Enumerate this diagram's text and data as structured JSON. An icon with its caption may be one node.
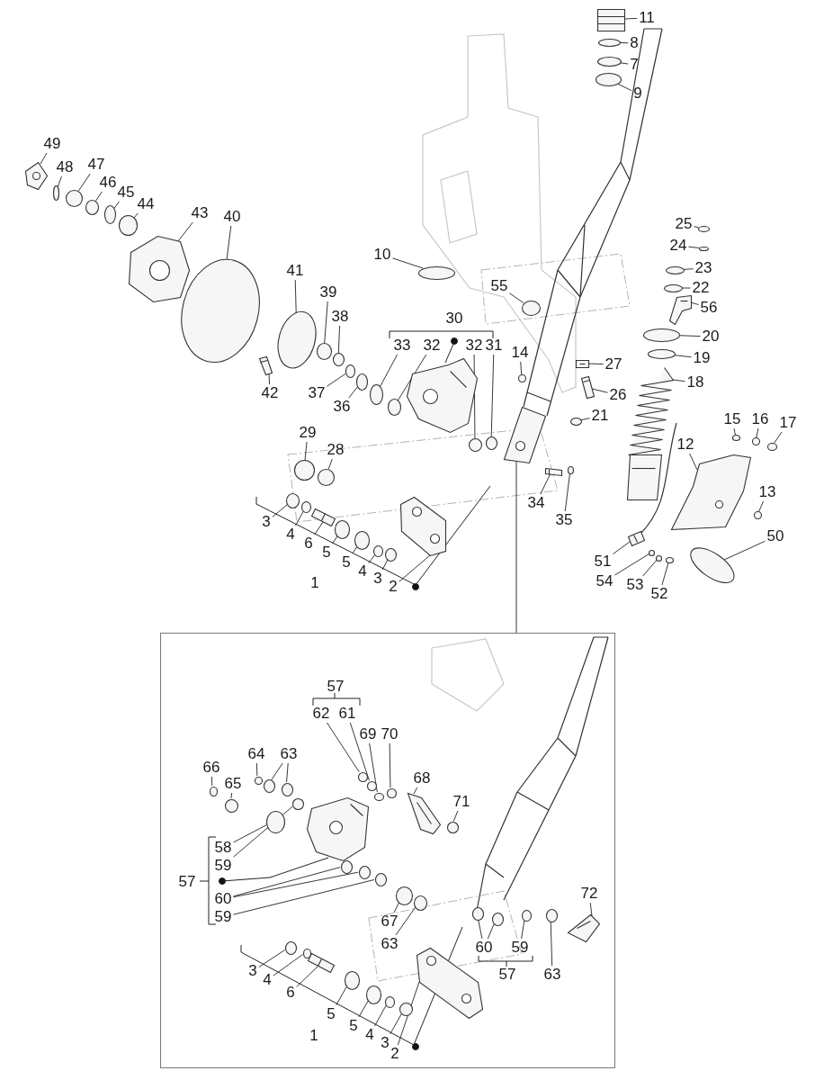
{
  "diagram": {
    "nodes": [
      {
        "text": [],
        "shape": "box"
      },
      {
        "text": [
          "11"
        ]
      },
      {
        "text": [
          "8"
        ]
      },
      {
        "text": [
          "7"
        ]
      },
      {
        "text": [
          "9"
        ]
      },
      {
        "text": [
          "49"
        ]
      },
      {
        "text": [
          "48"
        ]
      },
      {
        "text": [
          "47"
        ]
      },
      {
        "text": [
          "46"
        ]
      },
      {
        "text": [
          "45"
        ]
      },
      {
        "text": [
          "44"
        ]
      },
      {
        "text": [
          "43"
        ]
      },
      {
        "text": [
          "40"
        ]
      },
      {
        "text": [
          "10"
        ]
      },
      {
        "text": [
          "25"
        ]
      },
      {
        "text": [
          "24"
        ]
      },
      {
        "text": [
          "23"
        ]
      },
      {
        "text": [
          "22"
        ]
      },
      {
        "text": [
          "56"
        ]
      },
      {
        "text": [
          "55"
        ]
      },
      {
        "text": [
          "41"
        ]
      },
      {
        "text": [
          "39"
        ]
      },
      {
        "text": [
          "38"
        ]
      },
      {
        "text": [
          "30"
        ]
      },
      {
        "text": [
          "33"
        ]
      },
      {
        "text": [
          "32"
        ]
      },
      {
        "text": [
          "32"
        ]
      },
      {
        "text": [
          "31"
        ]
      },
      {
        "text": [
          "14"
        ]
      },
      {
        "text": [
          "20"
        ]
      },
      {
        "text": [
          "19"
        ]
      },
      {
        "text": [
          "27"
        ]
      },
      {
        "text": [
          "18"
        ]
      },
      {
        "text": [
          "42"
        ]
      },
      {
        "text": [
          "37"
        ]
      },
      {
        "text": [
          "36"
        ]
      },
      {
        "text": [
          "26"
        ]
      },
      {
        "text": [
          "21"
        ]
      },
      {
        "text": [
          "15"
        ]
      },
      {
        "text": [
          "16"
        ]
      },
      {
        "text": [
          "17"
        ]
      },
      {
        "text": [
          "29"
        ]
      },
      {
        "text": [
          "28"
        ]
      },
      {
        "text": [
          "12"
        ]
      },
      {
        "text": [
          "34"
        ]
      },
      {
        "text": [
          "13"
        ]
      },
      {
        "text": [
          "35"
        ]
      },
      {
        "text": [
          "50"
        ]
      },
      {
        "text": [
          "3"
        ]
      },
      {
        "text": [
          "4"
        ]
      },
      {
        "text": [
          "6"
        ]
      },
      {
        "text": [
          "5"
        ]
      },
      {
        "text": [
          "4"
        ]
      },
      {
        "text": [
          "3"
        ]
      },
      {
        "text": [
          "2"
        ]
      },
      {
        "text": [
          "1"
        ]
      },
      {
        "text": [
          "51"
        ]
      },
      {
        "text": [
          "54"
        ]
      },
      {
        "text": [
          "53"
        ]
      },
      {
        "text": [
          "52"
        ]
      },
      {
        "text": [
          "57"
        ],
        "in": 0
      },
      {
        "text": [
          "62"
        ],
        "in": 0
      },
      {
        "text": [
          "61"
        ],
        "in": 0
      },
      {
        "text": [
          "69"
        ],
        "in": 0
      },
      {
        "text": [
          "70"
        ],
        "in": 0
      },
      {
        "text": [
          "64"
        ],
        "in": 0
      },
      {
        "text": [
          "63"
        ],
        "in": 0
      },
      {
        "text": [
          "66"
        ],
        "in": 0
      },
      {
        "text": [
          "65"
        ],
        "in": 0
      },
      {
        "text": [
          "68"
        ],
        "in": 0
      },
      {
        "text": [
          "71"
        ],
        "in": 0
      },
      {
        "text": [
          "58"
        ],
        "in": 0
      },
      {
        "text": [
          "59"
        ],
        "in": 0
      },
      {
        "text": [
          "57"
        ],
        "in": 0
      },
      {
        "text": [
          "60"
        ],
        "in": 0
      },
      {
        "text": [
          "72"
        ],
        "in": 0
      },
      {
        "text": [
          "59"
        ],
        "in": 0
      },
      {
        "text": [
          "67"
        ],
        "in": 0
      },
      {
        "text": [
          "63"
        ],
        "in": 0
      },
      {
        "text": [
          "60"
        ],
        "in": 0
      },
      {
        "text": [
          "59"
        ],
        "in": 0
      },
      {
        "text": [
          "3"
        ],
        "in": 0
      },
      {
        "text": [
          "4"
        ],
        "in": 0
      },
      {
        "text": [
          "6"
        ],
        "in": 0
      },
      {
        "text": [
          "5"
        ],
        "in": 0
      },
      {
        "text": [
          "57"
        ],
        "in": 0
      },
      {
        "text": [
          "63"
        ],
        "in": 0
      },
      {
        "text": [
          "5"
        ],
        "in": 0
      },
      {
        "text": [
          "1"
        ],
        "in": 0
      },
      {
        "text": [
          "4"
        ],
        "in": 0
      },
      {
        "text": [
          "3"
        ],
        "in": 0
      },
      {
        "text": [
          "2"
        ],
        "in": 0
      },
      {
        "text": [
          "5"
        ]
      },
      {
        "text": [],
        "shape": "picture"
      },
      {
        "text": [],
        "shape": "picture"
      },
      {
        "text": [],
        "shape": "circle"
      },
      {
        "text": [],
        "shape": "circle"
      },
      {
        "text": [],
        "shape": "circle"
      },
      {
        "text": [],
        "shape": "picture"
      },
      {
        "text": [],
        "shape": "circle"
      },
      {
        "text": [],
        "shape": "circle"
      },
      {
        "text": [],
        "shape": "circle"
      },
      {
        "text": [],
        "shape": "circle"
      },
      {
        "text": [],
        "shape": "circle"
      },
      {
        "text": [],
        "shape": "picture"
      },
      {
        "text": [],
        "shape": "circle"
      },
      {
        "text": [],
        "shape": "circle"
      },
      {
        "text": [],
        "shape": "circle"
      },
      {
        "text": [],
        "shape": "circle"
      },
      {
        "text": [],
        "shape": "circle"
      },
      {
        "text": [],
        "shape": "circle"
      },
      {
        "text": [],
        "shape": "picture"
      },
      {
        "text": [],
        "shape": "circle"
      },
      {
        "text": [],
        "shape": "circle"
      },
      {
        "text": [],
        "shape": "circle"
      },
      {
        "text": [],
        "shape": "circle"
      },
      {
        "text": [],
        "shape": "circle"
      },
      {
        "text": [],
        "shape": "circle"
      },
      {
        "text": [],
        "shape": "circle"
      },
      {
        "text": [],
        "shape": "circle"
      },
      {
        "text": [],
        "shape": "circle"
      },
      {
        "text": [],
        "shape": "circle"
      },
      {
        "text": [],
        "shape": "circle"
      },
      {
        "text": [],
        "shape": "picture"
      },
      {
        "text": [],
        "shape": "picture"
      },
      {
        "text": [],
        "shape": "picture"
      },
      {
        "text": [],
        "shape": "circle"
      },
      {
        "text": [],
        "shape": "circle"
      },
      {
        "text": [],
        "shape": "picture"
      },
      {
        "text": [],
        "shape": "circle"
      },
      {
        "text": [],
        "shape": "circle"
      },
      {
        "text": [],
        "shape": "circle"
      },
      {
        "text": [],
        "shape": "circle"
      },
      {
        "text": [],
        "shape": "circle"
      },
      {
        "text": [],
        "shape": "circle"
      },
      {
        "text": [],
        "shape": "picture"
      },
      {
        "text": [],
        "shape": "picture"
      },
      {
        "text": [],
        "shape": "circle"
      },
      {
        "text": [],
        "shape": "circle"
      },
      {
        "text": [],
        "shape": "circle"
      },
      {
        "text": [],
        "shape": "circle"
      },
      {
        "text": [],
        "shape": "circle"
      },
      {
        "text": [],
        "shape": "picture"
      },
      {
        "text": [],
        "shape": "circle"
      },
      {
        "text": [],
        "shape": "circle"
      },
      {
        "text": [],
        "shape": "circle"
      },
      {
        "text": [],
        "shape": "circle"
      },
      {
        "text": [],
        "shape": "picture"
      },
      {
        "text": [],
        "shape": "picture"
      },
      {
        "text": [],
        "shape": "circle"
      },
      {
        "text": [],
        "shape": "circle"
      },
      {
        "text": [],
        "shape": "circle"
      },
      {
        "text": [],
        "shape": "circle",
        "in": 0
      },
      {
        "text": [],
        "shape": "circle",
        "in": 0
      },
      {
        "text": [],
        "shape": "circle",
        "in": 0
      },
      {
        "text": [],
        "shape": "circle",
        "in": 0
      },
      {
        "text": [],
        "shape": "circle",
        "in": 0
      },
      {
        "text": [],
        "shape": "circle",
        "in": 0
      },
      {
        "text": [],
        "shape": "circle",
        "in": 0
      },
      {
        "text": [],
        "shape": "circle",
        "in": 0
      },
      {
        "text": [],
        "shape": "circle",
        "in": 0
      },
      {
        "text": [],
        "shape": "picture",
        "in": 0
      },
      {
        "text": [],
        "shape": "circle",
        "in": 0
      },
      {
        "text": [],
        "shape": "circle",
        "in": 0
      },
      {
        "text": [],
        "shape": "circle",
        "in": 0
      },
      {
        "text": [],
        "shape": "circle",
        "in": 0
      },
      {
        "text": [],
        "shape": "circle",
        "in": 0
      },
      {
        "text": [],
        "shape": "picture",
        "in": 0
      },
      {
        "text": [],
        "shape": "circle",
        "in": 0
      },
      {
        "text": [],
        "shape": "circle",
        "in": 0
      },
      {
        "text": [],
        "shape": "circle",
        "in": 0
      },
      {
        "text": [],
        "shape": "circle",
        "in": 0
      },
      {
        "text": [],
        "shape": "circle",
        "in": 0
      },
      {
        "text": [],
        "shape": "circle",
        "in": 0
      },
      {
        "text": [],
        "shape": "circle",
        "in": 0
      },
      {
        "text": [],
        "shape": "circle",
        "in": 0
      },
      {
        "text": [],
        "shape": "picture",
        "in": 0
      },
      {
        "text": [],
        "shape": "circle",
        "in": 0
      },
      {
        "text": [],
        "shape": "circle",
        "in": 0
      },
      {
        "text": [],
        "shape": "circle",
        "in": 0
      },
      {
        "text": [],
        "shape": "circle",
        "in": 0
      },
      {
        "text": [],
        "shape": "circle",
        "in": 0
      },
      {
        "text": [],
        "shape": "picture",
        "in": 0
      },
      {
        "text": [],
        "shape": "picture"
      },
      {
        "text": [],
        "shape": "picture",
        "in": 0
      }
    ],
    "edges": [
      {
        "from": 0,
        "to": 93,
        "arrow": "none"
      },
      {
        "from": 1,
        "to": 94,
        "arrow": "none"
      },
      {
        "from": 2,
        "to": 95,
        "arrow": "none"
      },
      {
        "from": 3,
        "to": 96,
        "arrow": "none"
      },
      {
        "from": 4,
        "to": 97,
        "arrow": "none"
      },
      {
        "from": 5,
        "to": 98,
        "arrow": "none"
      },
      {
        "from": 6,
        "to": 99,
        "arrow": "none"
      },
      {
        "from": 7,
        "to": 100,
        "arrow": "none"
      },
      {
        "from": 8,
        "to": 101,
        "arrow": "none"
      },
      {
        "from": 9,
        "to": 102,
        "arrow": "none"
      },
      {
        "from": 10,
        "to": 103,
        "arrow": "none"
      },
      {
        "from": 11,
        "to": 104,
        "arrow": "none"
      },
      {
        "from": 12,
        "to": 105,
        "arrow": "none"
      },
      {
        "from": 13,
        "to": 106,
        "arrow": "none"
      },
      {
        "from": 14,
        "to": 107,
        "arrow": "none"
      },
      {
        "from": 15,
        "to": 108,
        "arrow": "none"
      },
      {
        "from": 16,
        "to": 109,
        "arrow": "none"
      },
      {
        "from": 17,
        "to": 110,
        "arrow": "none"
      },
      {
        "from": 18,
        "to": 111,
        "arrow": "none"
      },
      {
        "from": 19,
        "to": 112,
        "arrow": "none"
      },
      {
        "from": 20,
        "to": 113,
        "arrow": "none"
      },
      {
        "from": 21,
        "to": 114,
        "arrow": "none"
      },
      {
        "from": 22,
        "to": 115,
        "arrow": "none"
      },
      {
        "from": 24,
        "to": 116,
        "arrow": "none"
      },
      {
        "from": 25,
        "to": 117,
        "arrow": "none"
      },
      {
        "from": 26,
        "to": 118,
        "arrow": "none"
      },
      {
        "from": 27,
        "to": 119,
        "arrow": "none"
      },
      {
        "from": 28,
        "to": 120,
        "arrow": "none"
      },
      {
        "from": 29,
        "to": 121,
        "arrow": "none"
      },
      {
        "from": 30,
        "to": 122,
        "arrow": "none"
      },
      {
        "from": 31,
        "to": 123,
        "arrow": "none"
      },
      {
        "from": 32,
        "to": 124,
        "arrow": "none"
      },
      {
        "from": 33,
        "to": 125,
        "arrow": "none"
      },
      {
        "from": 34,
        "to": 126,
        "arrow": "none"
      },
      {
        "from": 35,
        "to": 127,
        "arrow": "none"
      },
      {
        "from": 36,
        "to": 128,
        "arrow": "none"
      },
      {
        "from": 37,
        "to": 129,
        "arrow": "none"
      },
      {
        "from": 38,
        "to": 130,
        "arrow": "none"
      },
      {
        "from": 39,
        "to": 131,
        "arrow": "none"
      },
      {
        "from": 40,
        "to": 132,
        "arrow": "none"
      },
      {
        "from": 41,
        "to": 133,
        "arrow": "none"
      },
      {
        "from": 42,
        "to": 134,
        "arrow": "none"
      },
      {
        "from": 43,
        "to": 135,
        "arrow": "none"
      },
      {
        "from": 44,
        "to": 136,
        "arrow": "none"
      },
      {
        "from": 45,
        "to": 137,
        "arrow": "none"
      },
      {
        "from": 46,
        "to": 138,
        "arrow": "none"
      },
      {
        "from": 47,
        "to": 139,
        "arrow": "none"
      },
      {
        "from": 48,
        "to": 140,
        "arrow": "none"
      },
      {
        "from": 49,
        "to": 141,
        "arrow": "none"
      },
      {
        "from": 50,
        "to": 142,
        "arrow": "none"
      },
      {
        "from": 92,
        "to": 143,
        "arrow": "none"
      },
      {
        "from": 51,
        "to": 144,
        "arrow": "none"
      },
      {
        "from": 52,
        "to": 145,
        "arrow": "none"
      },
      {
        "from": 53,
        "to": 146,
        "arrow": "none"
      },
      {
        "from": 54,
        "to": 147,
        "arrow": "none"
      },
      {
        "from": 56,
        "to": 148,
        "arrow": "none"
      },
      {
        "from": 57,
        "to": 149,
        "arrow": "none"
      },
      {
        "from": 58,
        "to": 150,
        "arrow": "none"
      },
      {
        "from": 59,
        "to": 151,
        "arrow": "none"
      },
      {
        "from": 61,
        "to": 152,
        "arrow": "none"
      },
      {
        "from": 62,
        "to": 153,
        "arrow": "none"
      },
      {
        "from": 63,
        "to": 154,
        "arrow": "none"
      },
      {
        "from": 64,
        "to": 155,
        "arrow": "none"
      },
      {
        "from": 65,
        "to": 156,
        "arrow": "none"
      },
      {
        "from": 66,
        "to": 157,
        "arrow": "none"
      },
      {
        "from": 66,
        "to": 158,
        "arrow": "none"
      },
      {
        "from": 67,
        "to": 159,
        "arrow": "none"
      },
      {
        "from": 68,
        "to": 160,
        "arrow": "none"
      },
      {
        "from": 69,
        "to": 161,
        "arrow": "none"
      },
      {
        "from": 70,
        "to": 162,
        "arrow": "none"
      },
      {
        "from": 71,
        "to": 163,
        "arrow": "none"
      },
      {
        "from": 72,
        "to": 164,
        "arrow": "none"
      },
      {
        "from": 74,
        "to": 165,
        "arrow": "none"
      },
      {
        "from": 74,
        "to": 166,
        "arrow": "none"
      },
      {
        "from": 75,
        "to": 167,
        "arrow": "none"
      },
      {
        "from": 76,
        "to": 168,
        "arrow": "none"
      },
      {
        "from": 77,
        "to": 169,
        "arrow": "none"
      },
      {
        "from": 78,
        "to": 170,
        "arrow": "none"
      },
      {
        "from": 79,
        "to": 171,
        "arrow": "none"
      },
      {
        "from": 79,
        "to": 172,
        "arrow": "none"
      },
      {
        "from": 80,
        "to": 173,
        "arrow": "none"
      },
      {
        "from": 81,
        "to": 174,
        "arrow": "none"
      },
      {
        "from": 82,
        "to": 175,
        "arrow": "none"
      },
      {
        "from": 83,
        "to": 176,
        "arrow": "none"
      },
      {
        "from": 84,
        "to": 177,
        "arrow": "none"
      },
      {
        "from": 86,
        "to": 178,
        "arrow": "none"
      },
      {
        "from": 87,
        "to": 179,
        "arrow": "none"
      },
      {
        "from": 89,
        "to": 180,
        "arrow": "none"
      },
      {
        "from": 90,
        "to": 181,
        "arrow": "none"
      },
      {
        "from": 91,
        "to": 182,
        "arrow": "none"
      }
    ]
  }
}
